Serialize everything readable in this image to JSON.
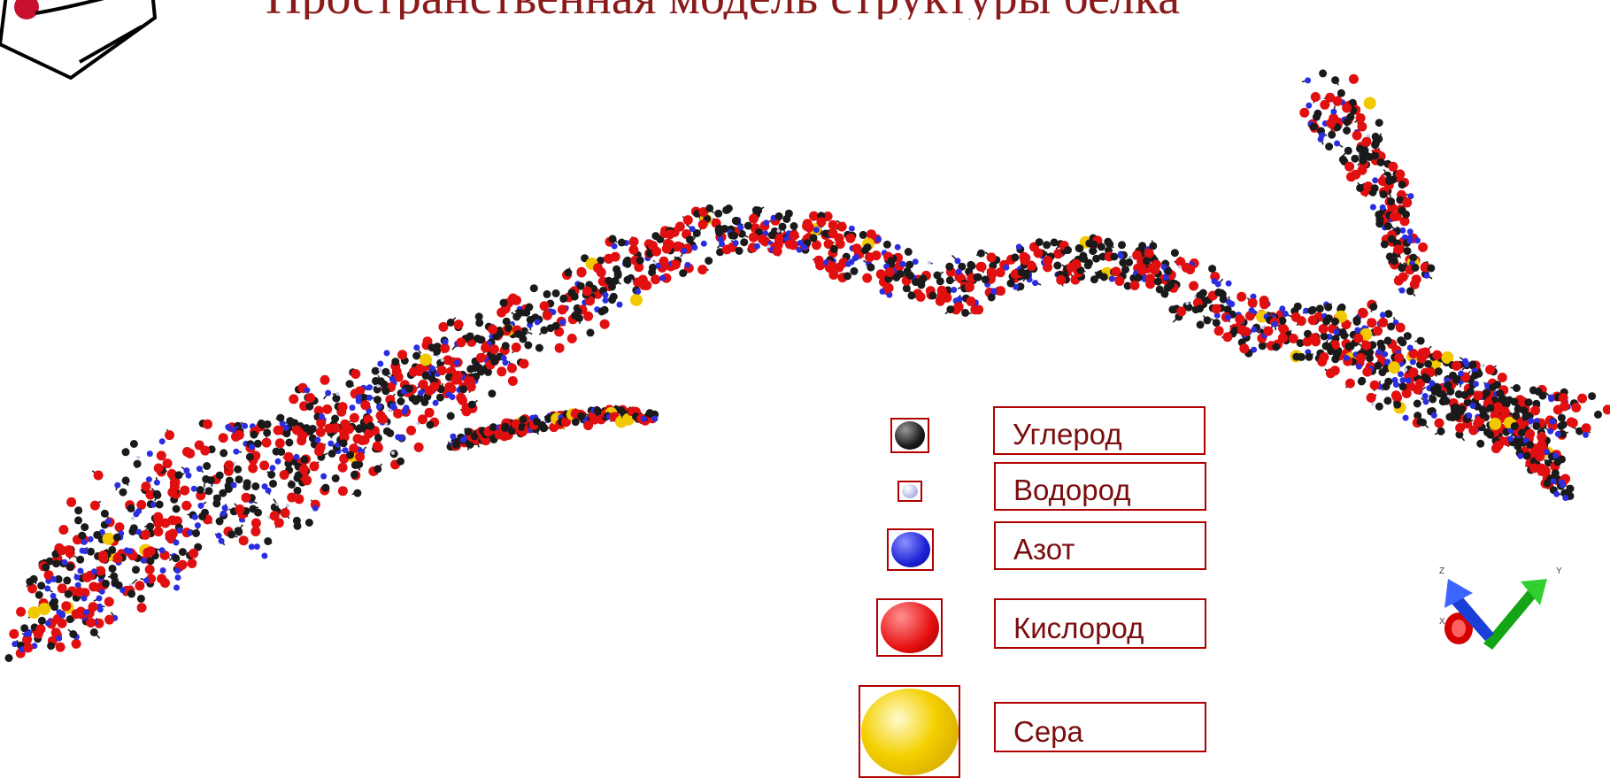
{
  "header": {
    "title": "Пространственная модель структуры белка"
  },
  "legend": [
    {
      "label": "Углерод",
      "color": "#1a1a1a",
      "highlight": "#8a8a8a"
    },
    {
      "label": "Водород",
      "color": "#b9bfe8",
      "highlight": "#ffffff"
    },
    {
      "label": "Азот",
      "color": "#1d22d6",
      "highlight": "#7f86ff"
    },
    {
      "label": "Кислород",
      "color": "#e60f0f",
      "highlight": "#ff8080"
    },
    {
      "label": "Сера",
      "color": "#f1c500",
      "highlight": "#fff4a0"
    }
  ],
  "axes": {
    "x": "X",
    "y": "Y",
    "z": "Z"
  },
  "colors": {
    "carbon": "#1a1a1a",
    "oxygen": "#e10f0f",
    "nitrogen": "#2a2ee0",
    "sulfur": "#f2c800",
    "hydrogen": "#c6cbee",
    "title": "#8b1a1a",
    "frame": "#b00000"
  }
}
